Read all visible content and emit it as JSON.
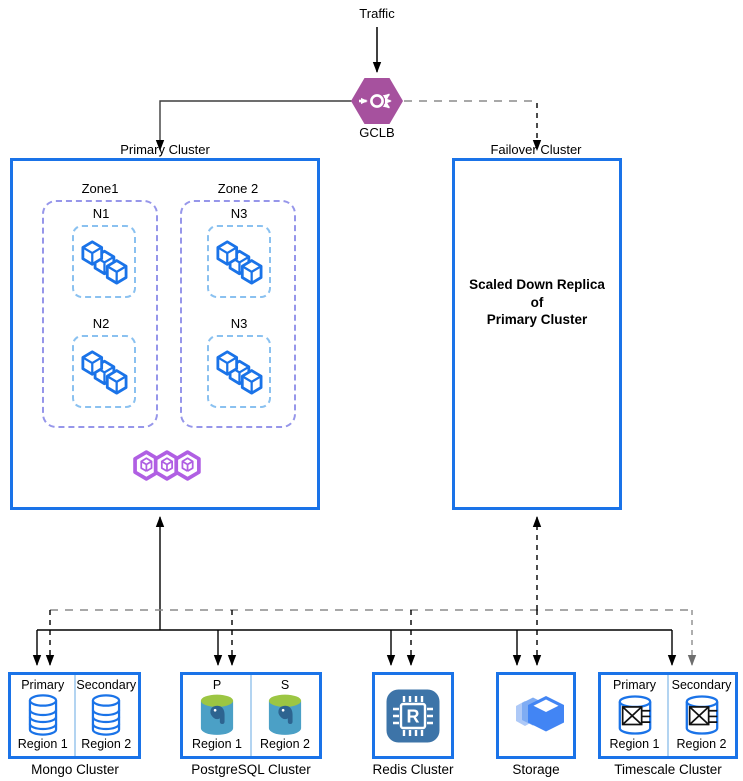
{
  "top": {
    "traffic_label": "Traffic",
    "gclb_label": "GCLB"
  },
  "primary": {
    "label": "Primary Cluster",
    "zone1": {
      "label": "Zone1",
      "node1": "N1",
      "node2": "N2"
    },
    "zone2": {
      "label": "Zone 2",
      "node1": "N3",
      "node2": "N3"
    }
  },
  "failover": {
    "label": "Failover Cluster",
    "line1": "Scaled Down Replica",
    "line2": "of",
    "line3": "Primary Cluster"
  },
  "mongo": {
    "title": "Mongo Cluster",
    "left_top": "Primary",
    "right_top": "Secondary",
    "left_bottom": "Region 1",
    "right_bottom": "Region 2"
  },
  "postgres": {
    "title": "PostgreSQL Cluster",
    "left_top": "P",
    "right_top": "S",
    "left_bottom": "Region 1",
    "right_bottom": "Region 2"
  },
  "redis": {
    "title": "Redis Cluster",
    "chip_letter": "R"
  },
  "storage": {
    "title": "Storage"
  },
  "timescale": {
    "title": "Timescale Cluster",
    "left_top": "Primary",
    "right_top": "Secondary",
    "left_bottom": "Region 1",
    "right_bottom": "Region 2"
  },
  "icons": {
    "gclb": "load-balancer-icon",
    "cluster_nodes": "container-cubes-icon",
    "cluster_pods": "pods-hexagon-icon",
    "mongo": "database-cylinder-icon",
    "postgres": "postgresql-elephant-icon",
    "redis": "memorystore-chip-icon",
    "storage": "cloud-storage-boxes-icon",
    "timescale": "timeseries-database-icon"
  },
  "colors": {
    "cluster_border": "#1a73e8",
    "zone_dash": "#9696ea",
    "node_dash": "#8ac1f0",
    "gclb_purple": "#a6519e",
    "pods_purple": "#b05fe3",
    "redis_tile": "#3d74a8",
    "storage_blue": "#4285f4",
    "postgres_body": "#4ba0c6",
    "postgres_top": "#9cc643",
    "divider_blue": "#b3d4f1",
    "dashed_gray": "#8c8c8c",
    "line_black": "#000000"
  }
}
